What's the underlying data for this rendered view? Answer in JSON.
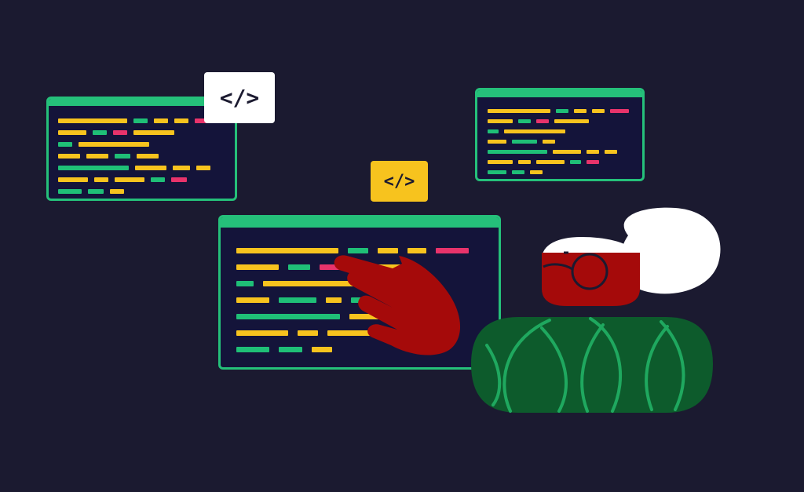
{
  "badges": {
    "white_tag": "</>",
    "yellow_tag": "</>"
  },
  "colors": {
    "background": "#1b1a30",
    "window_fill": "#14143a",
    "window_border": "#25c07a",
    "code_yellow": "#f7c31e",
    "code_green": "#1fbf77",
    "code_pink": "#e8336b",
    "hand_red": "#a50a0a",
    "body_green": "#0d5b2c",
    "hair_white": "#ffffff"
  },
  "icons": [
    "code-tag-icon",
    "glasses-icon",
    "hand-icon"
  ],
  "windows": {
    "left": [
      [
        [
          "y",
          88
        ],
        [
          "g",
          18
        ],
        [
          "y",
          18
        ],
        [
          "y",
          18
        ],
        [
          "p",
          18
        ]
      ],
      [
        [
          "y",
          36
        ],
        [
          "g",
          18
        ],
        [
          "p",
          18
        ],
        [
          "y",
          52
        ]
      ],
      [
        [
          "g",
          18
        ],
        [
          "y",
          90
        ]
      ],
      [
        [
          "y",
          28
        ],
        [
          "y",
          28
        ],
        [
          "g",
          20
        ],
        [
          "y",
          28
        ]
      ],
      [
        [
          "g",
          90
        ],
        [
          "y",
          40
        ],
        [
          "y",
          22
        ],
        [
          "y",
          18
        ]
      ],
      [
        [
          "y",
          38
        ],
        [
          "y",
          18
        ],
        [
          "y",
          38
        ],
        [
          "g",
          18
        ],
        [
          "p",
          20
        ]
      ],
      [
        [
          "g",
          30
        ],
        [
          "g",
          20
        ],
        [
          "y",
          18
        ]
      ]
    ],
    "right": [
      [
        [
          "y",
          80
        ],
        [
          "g",
          16
        ],
        [
          "y",
          16
        ],
        [
          "y",
          16
        ],
        [
          "p",
          24
        ]
      ],
      [
        [
          "y",
          32
        ],
        [
          "g",
          16
        ],
        [
          "p",
          16
        ],
        [
          "y",
          44
        ]
      ],
      [
        [
          "g",
          14
        ],
        [
          "y",
          78
        ]
      ],
      [
        [
          "y",
          24
        ],
        [
          "g",
          32
        ],
        [
          "y",
          16
        ]
      ],
      [
        [
          "g",
          76
        ],
        [
          "y",
          36
        ],
        [
          "y",
          16
        ],
        [
          "y",
          16
        ]
      ],
      [
        [
          "y",
          32
        ],
        [
          "y",
          16
        ],
        [
          "y",
          36
        ],
        [
          "g",
          14
        ],
        [
          "p",
          16
        ]
      ],
      [
        [
          "g",
          24
        ],
        [
          "g",
          16
        ],
        [
          "y",
          16
        ]
      ]
    ],
    "main": [
      [
        [
          "y",
          130
        ],
        [
          "g",
          26
        ],
        [
          "y",
          26
        ],
        [
          "y",
          24
        ],
        [
          "p",
          42
        ]
      ],
      [
        [
          "y",
          54
        ],
        [
          "g",
          28
        ],
        [
          "p",
          30
        ],
        [
          "y",
          80
        ]
      ],
      [
        [
          "g",
          22
        ],
        [
          "y",
          150
        ]
      ],
      [
        [
          "y",
          42
        ],
        [
          "g",
          48
        ],
        [
          "y",
          20
        ],
        [
          "g",
          24
        ]
      ],
      [
        [
          "g",
          132
        ],
        [
          "y",
          54
        ]
      ],
      [
        [
          "y",
          66
        ],
        [
          "y",
          26
        ],
        [
          "y",
          60
        ],
        [
          "g",
          18
        ]
      ],
      [
        [
          "g",
          42
        ],
        [
          "g",
          30
        ],
        [
          "y",
          26
        ]
      ]
    ]
  }
}
